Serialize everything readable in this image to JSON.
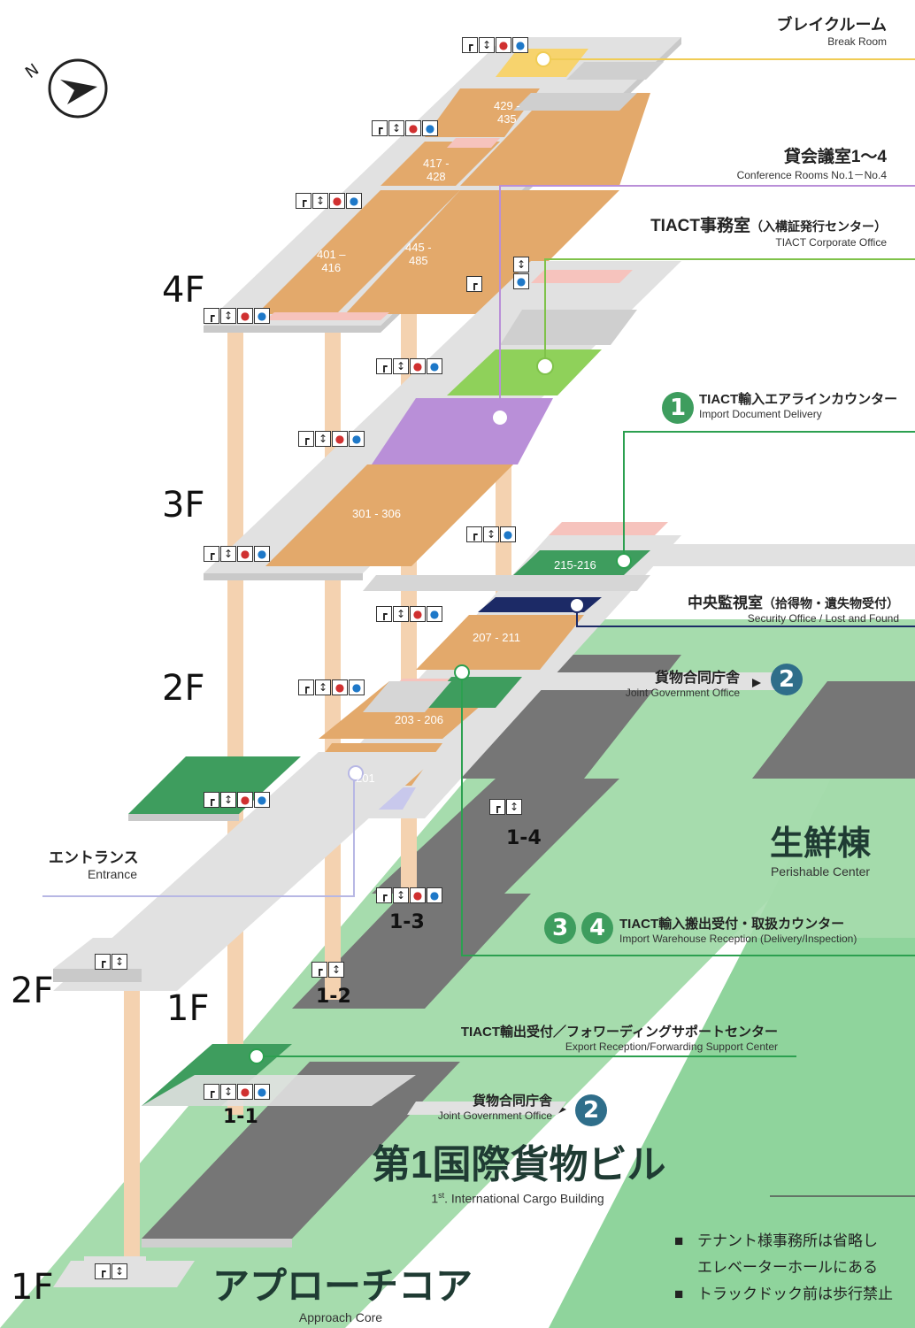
{
  "building": {
    "title_jp": "第1国際貨物ビル",
    "title_en_main": "1",
    "title_en_sup": "st",
    "title_en_rest": ". International Cargo Building"
  },
  "approach": {
    "title_jp": "アプローチコア",
    "title_en": "Approach Core"
  },
  "perishable": {
    "title_jp": "生鮮棟",
    "title_en": "Perishable Center"
  },
  "entrance": {
    "jp": "エントランス",
    "en": "Entrance"
  },
  "floors": {
    "main_4f": "4F",
    "main_3f": "3F",
    "main_2f": "2F",
    "main_1f": "1F",
    "approach_2f": "2F",
    "approach_1f": "1F"
  },
  "rooms": {
    "r429": "429 -\n435",
    "r417": "417 -\n428",
    "r401": "401 –\n416",
    "r445": "445 -\n485",
    "r301": "301 - 306",
    "r215": "215-216",
    "r207": "207 - 211",
    "r203": "203 - 206",
    "r201": "201"
  },
  "cores": {
    "c11": "1-1",
    "c12": "1-2",
    "c13": "1-3",
    "c14": "1-4"
  },
  "callouts": {
    "break_room": {
      "jp": "ブレイクルーム",
      "en": "Break Room"
    },
    "conference": {
      "jp": "貸会議室1～4",
      "en": "Conference Rooms No.1－No.4"
    },
    "tiact_office": {
      "jp_main": "TIACT事務室",
      "jp_sub": "（入構証発行センター）",
      "en": "TIACT Corporate Office"
    },
    "import_airline": {
      "jp": "TIACT輸入エアラインカウンター",
      "en": "Import Document Delivery",
      "badge": "1"
    },
    "security": {
      "jp_main": "中央監視室",
      "jp_sub": "（拾得物・遺失物受付）",
      "en": "Security Office / Lost and Found"
    },
    "gov_office_upper": {
      "jp": "貨物合同庁舎",
      "en": "Joint Government Office",
      "badge": "2"
    },
    "import_warehouse": {
      "jp": "TIACT輸入搬出受付・取扱カウンター",
      "en": "Import Warehouse Reception (Delivery/Inspection)",
      "badge_a": "3",
      "badge_b": "4"
    },
    "export": {
      "jp": "TIACT輸出受付／フォワーディングサポートセンター",
      "en": "Export Reception/Forwarding Support Center"
    },
    "gov_office_lower": {
      "jp": "貨物合同庁舎",
      "en": "Joint Government Office",
      "badge": "2"
    }
  },
  "notes": [
    "テナント様事務所は省略し",
    "エレベーターホールにある",
    "トラックドック前は歩行禁止"
  ],
  "icons": [
    "stairs-icon",
    "elevator-icon",
    "womens-restroom-icon",
    "mens-restroom-icon",
    "north-compass-icon"
  ],
  "colors": {
    "floor_gray": "#e1e1e1",
    "dock_gray": "#7a7a7a",
    "room_orange": "#e3a96b",
    "pink": "#f6c3bd",
    "green_bright": "#8fd15a",
    "green_dark": "#3e9d5e",
    "purple": "#b98fd8",
    "navy": "#1c2a66",
    "lavender": "#c8c8ec",
    "break_yellow": "#f7d36d",
    "ground_green": "#9fdaa6",
    "pillar": "#f4d2b0",
    "badge_green": "#3e9d5e",
    "badge_blue": "#2f6e8a"
  }
}
